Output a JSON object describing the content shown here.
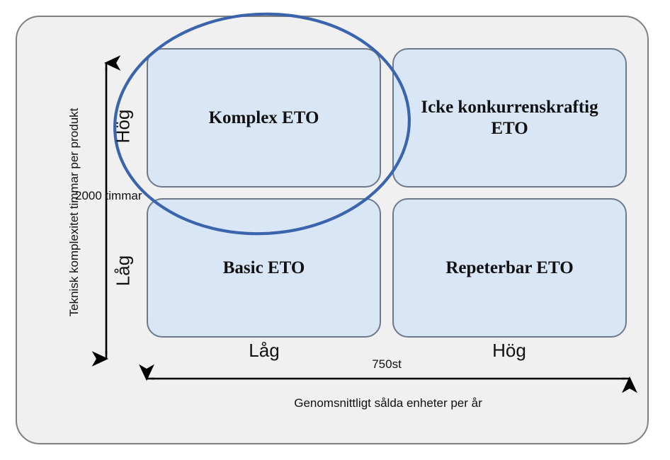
{
  "diagram": {
    "type": "2x2-matrix",
    "frame": {
      "background_color": "#f0f0f0",
      "border_color": "#808080"
    },
    "box_fill_color": "#d9e6f6",
    "box_border_color": "#6e7a8a",
    "highlight_color": "#3a64ac",
    "quadrants": [
      {
        "key": "top_left",
        "label": "Komplex ETO"
      },
      {
        "key": "top_right",
        "label": "Icke konkurrenskraftig ETO"
      },
      {
        "key": "bottom_left",
        "label": "Basic ETO"
      },
      {
        "key": "bottom_right",
        "label": "Repeterbar ETO"
      }
    ],
    "y_axis": {
      "title": "Teknisk komplexitet timmar per produkt",
      "high_label": "Hög",
      "low_label": "Låg",
      "threshold_label": "2000 timmar"
    },
    "x_axis": {
      "title": "Genomsnittligt sålda enheter per år",
      "low_label": "Låg",
      "high_label": "Hög",
      "threshold_label": "750st"
    },
    "highlight": {
      "shape": "ellipse",
      "covers": "Komplex ETO"
    }
  }
}
